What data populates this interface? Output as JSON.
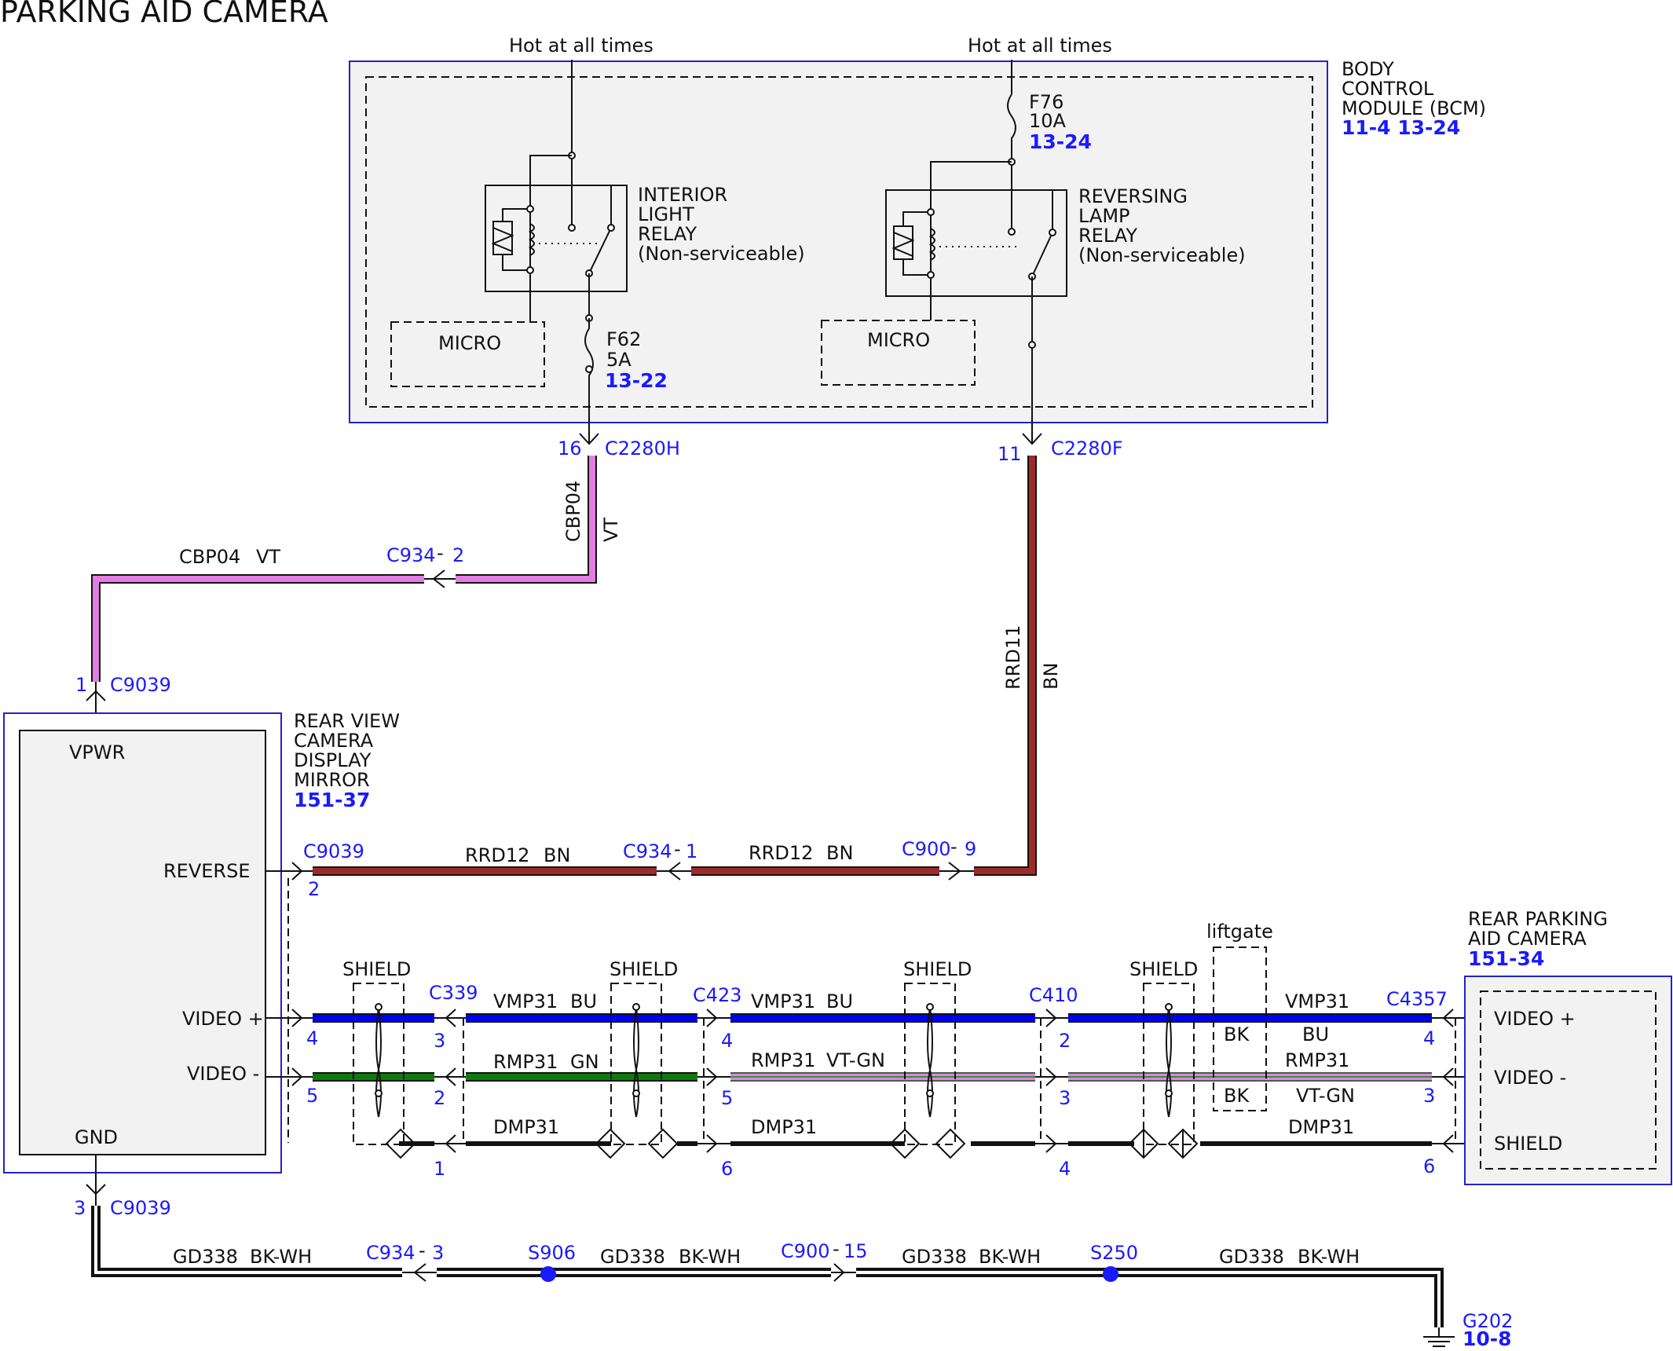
{
  "title": "PARKING AID CAMERA",
  "colors": {
    "VT": "#e27ee2",
    "BN": "#9e2a2a",
    "BU": "#0000ee",
    "GN": "#0b7d0b",
    "VT-GN": "#d08fd8",
    "BK": "#111111",
    "ref": "#1a1aff",
    "module_border": "#2222cc"
  },
  "feeds": [
    "Hot at all times",
    "Hot at all times"
  ],
  "bcm": {
    "name": [
      "BODY",
      "CONTROL",
      "MODULE (BCM)"
    ],
    "ref": "11-4 13-24",
    "fuses": {
      "f76": {
        "name": "F76",
        "rating": "10A",
        "ref": "13-24"
      },
      "f62": {
        "name": "F62",
        "rating": "5A",
        "ref": "13-22"
      }
    },
    "relays": {
      "interior": [
        "INTERIOR",
        "LIGHT",
        "RELAY",
        "(Non-serviceable)"
      ],
      "reversing": [
        "REVERSING",
        "LAMP",
        "RELAY",
        "(Non-serviceable)"
      ]
    },
    "micro": [
      "MICRO",
      "MICRO"
    ]
  },
  "rvm": {
    "name": [
      "REAR VIEW",
      "CAMERA",
      "DISPLAY",
      "MIRROR"
    ],
    "ref": "151-37",
    "pins": [
      "VPWR",
      "REVERSE",
      "VIDEO +",
      "VIDEO -",
      "GND"
    ]
  },
  "camera": {
    "name": [
      "REAR PARKING",
      "AID CAMERA"
    ],
    "ref": "151-34",
    "pins": [
      "VIDEO +",
      "VIDEO -",
      "SHIELD"
    ]
  },
  "connectors": {
    "c2280h": {
      "pin": "16",
      "name": "C2280H"
    },
    "c2280f": {
      "pin": "11",
      "name": "C2280F"
    },
    "c934_2": {
      "name": "C934",
      "pin": "2"
    },
    "c9039_1": {
      "pin": "1",
      "name": "C9039"
    },
    "c9039_2": {
      "name": "C9039",
      "pin": "2"
    },
    "c934_1": {
      "name": "C934",
      "pin": "1"
    },
    "c900_9": {
      "name": "C900",
      "pin": "9"
    },
    "c339": {
      "name": "C339",
      "pins": [
        "3",
        "2",
        "1"
      ]
    },
    "c423": {
      "name": "C423",
      "pins": [
        "4",
        "5",
        "6"
      ]
    },
    "c410": {
      "name": "C410",
      "pins": [
        "2",
        "3",
        "4"
      ]
    },
    "c4357": {
      "name": "C4357",
      "pins": [
        "4",
        "3",
        "6"
      ]
    },
    "rvm_video_pins": [
      "4",
      "5"
    ],
    "c9039_3": {
      "pin": "3",
      "name": "C9039"
    },
    "c934_3": {
      "name": "C934",
      "pin": "3"
    },
    "c900_15": {
      "name": "C900",
      "pin": "15"
    },
    "dash": "-"
  },
  "splices": [
    "S906",
    "S250"
  ],
  "ground": {
    "name": "G202",
    "ref": "10-8"
  },
  "wires": {
    "cbp04_v": [
      "CBP04",
      "VT"
    ],
    "cbp04_h": [
      "CBP04",
      "VT"
    ],
    "rrd11": [
      "RRD11",
      "BN"
    ],
    "rrd12_a": [
      "RRD12",
      "BN"
    ],
    "rrd12_b": [
      "RRD12",
      "BN"
    ],
    "vmp31_a": [
      "VMP31",
      "BU"
    ],
    "vmp31_b": [
      "VMP31",
      "BU"
    ],
    "vmp31_c": [
      "VMP31",
      "BU"
    ],
    "rmp31_a": [
      "RMP31",
      "GN"
    ],
    "rmp31_b": [
      "RMP31",
      "VT-GN"
    ],
    "rmp31_c": [
      "RMP31",
      "VT-GN"
    ],
    "dmp31": [
      "DMP31",
      "DMP31",
      "DMP31"
    ],
    "gd338": [
      "GD338",
      "BK-WH"
    ],
    "bk_liftgate": [
      "BK",
      "BK"
    ]
  },
  "shield_label": "SHIELD",
  "liftgate_label": "liftgate"
}
